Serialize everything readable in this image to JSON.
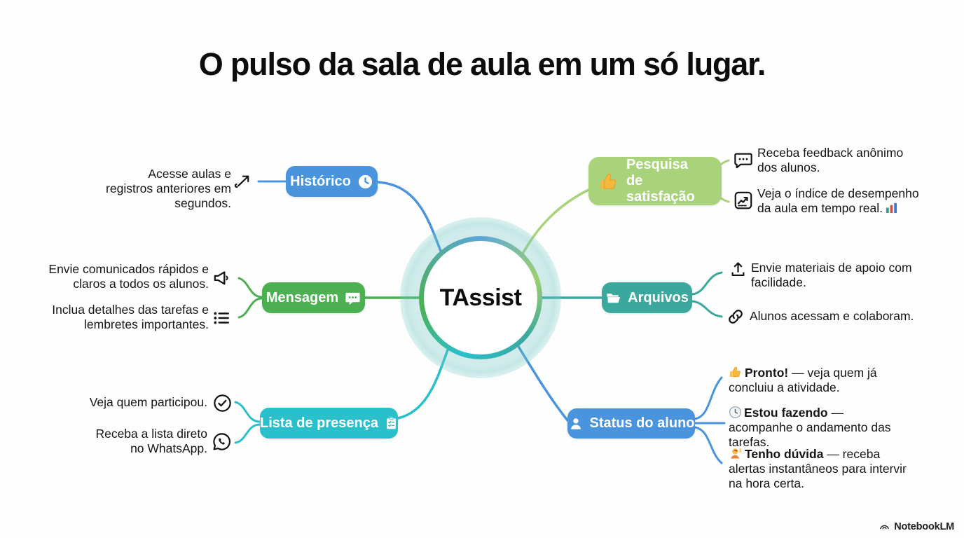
{
  "title": "O pulso da sala de aula em um só lugar.",
  "center": {
    "label": "TAssist"
  },
  "colors": {
    "blue": "#4a94dd",
    "green": "#4cb052",
    "cyan": "#2ac0cb",
    "light_green": "#a8d37b",
    "teal": "#3ba89e"
  },
  "nodes": {
    "historico": {
      "label": "Histórico",
      "color": "#4a94dd",
      "icon": "clock-icon",
      "items": [
        {
          "icon": "trend-arrow-icon",
          "text": "Acesse aulas e registros anteriores em segundos."
        }
      ]
    },
    "mensagem": {
      "label": "Mensagem",
      "color": "#4cb052",
      "icon": "speech-dots-icon",
      "items": [
        {
          "icon": "megaphone-icon",
          "text": "Envie comunicados rápidos e claros a todos os alunos."
        },
        {
          "icon": "task-list-icon",
          "text": "Inclua detalhes das tarefas e lembretes importantes."
        }
      ]
    },
    "lista": {
      "label": "Lista de presença",
      "color": "#2ac0cb",
      "icon": "clipboard-icon",
      "items": [
        {
          "icon": "check-circle-icon",
          "text": "Veja quem participou."
        },
        {
          "icon": "whatsapp-icon",
          "text": "Receba a lista direto no WhatsApp."
        }
      ]
    },
    "pesquisa": {
      "label": "Pesquisa de satisfação",
      "color": "#a8d37b",
      "icon": "thumbs-up-icon",
      "items": [
        {
          "icon": "speech-bubble-icon",
          "text": "Receba feedback anônimo dos alunos."
        },
        {
          "icon": "chart-trend-icon",
          "text": "Veja o índice de desempenho da aula em tempo real.",
          "suffix_icon": "bar-chart-emoji"
        }
      ]
    },
    "arquivos": {
      "label": "Arquivos",
      "color": "#3ba89e",
      "icon": "folder-icon",
      "items": [
        {
          "icon": "upload-icon",
          "text": "Envie materiais de apoio com facilidade."
        },
        {
          "icon": "link-icon",
          "text": "Alunos acessam e colaboram."
        }
      ]
    },
    "status": {
      "label": "Status do aluno",
      "color": "#4a94dd",
      "icon": "person-icon",
      "items": [
        {
          "icon": "thumbs-up-emoji",
          "lead": "Pronto!",
          "rest": " — veja quem já concluiu a atividade."
        },
        {
          "icon": "clock-emoji",
          "lead": "Estou fazendo",
          "rest": " — acompanhe o andamento das tarefas."
        },
        {
          "icon": "raising-hand-emoji",
          "lead": "Tenho dúvida",
          "rest": " — receba alertas instantâneos para intervir na hora certa."
        }
      ]
    }
  },
  "footer": {
    "brand": "NotebookLM"
  }
}
